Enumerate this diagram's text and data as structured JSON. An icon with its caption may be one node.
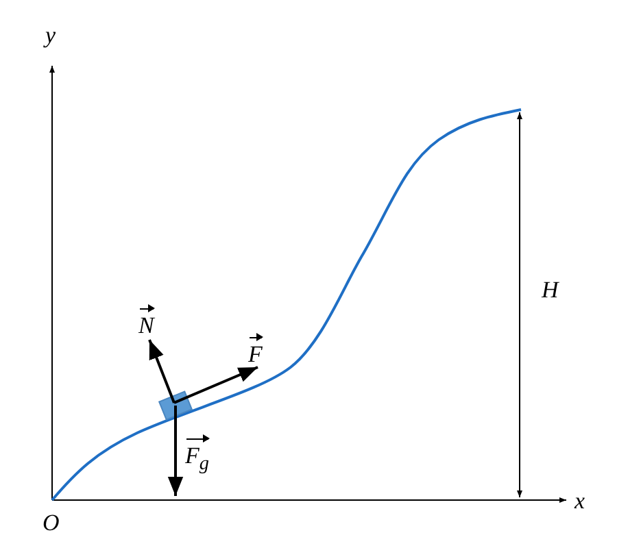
{
  "diagram": {
    "labels": [
      "y",
      "N",
      "F",
      "F$_{g}$",
      "H",
      "O",
      "x"
    ]
  }
}
